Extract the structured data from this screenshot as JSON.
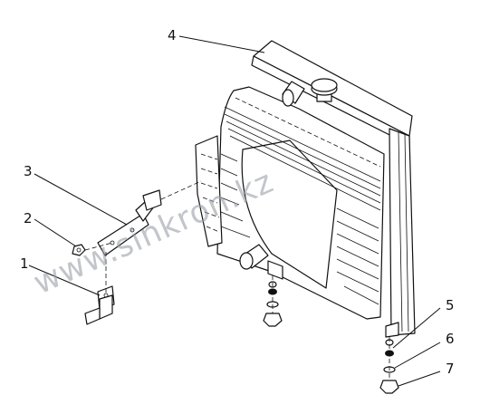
{
  "callouts": [
    {
      "number": "1"
    },
    {
      "number": "2"
    },
    {
      "number": "3"
    },
    {
      "number": "4"
    },
    {
      "number": "5"
    },
    {
      "number": "6"
    },
    {
      "number": "7"
    }
  ],
  "watermark": "www.sinkron.kz"
}
